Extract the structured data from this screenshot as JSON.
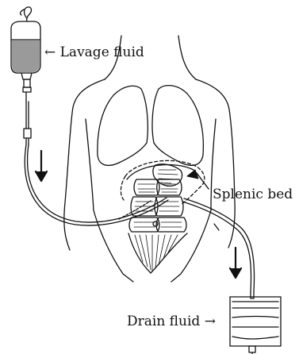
{
  "labels": {
    "lavage": "← Lavage fluid",
    "splenic": "Splenic bed",
    "drain": "Drain fluid →"
  },
  "colors": {
    "ink": "#111111",
    "fluid": "#9a9a9a",
    "paper": "#ffffff"
  }
}
